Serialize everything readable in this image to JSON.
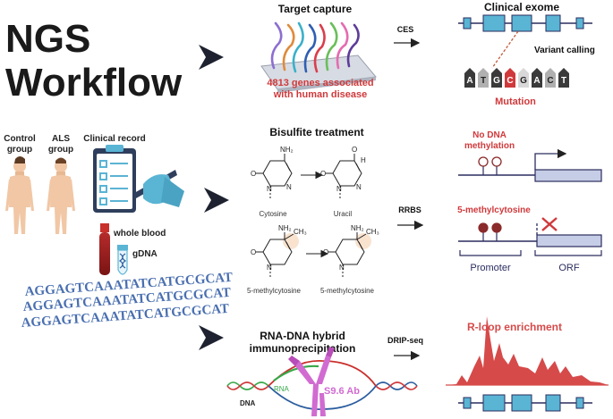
{
  "title": {
    "line1": "NGS",
    "line2": "Workflow"
  },
  "sample": {
    "control_label_1": "Control",
    "control_label_2": "group",
    "als_label_1": "ALS",
    "als_label_2": "group",
    "clinical_record": "Clinical record",
    "whole_blood": "whole blood",
    "gdna": "gDNA",
    "seq_lines": [
      "AGGAGTCAAATATCATGCGCAT",
      "AGGAGTCAAATATCATGCGCAT",
      "AGGAGTCAAATATCATGCGCAT"
    ]
  },
  "row1": {
    "title": "Target capture",
    "caption_1": "4813 genes associated",
    "caption_2": "with human disease",
    "method": "CES",
    "result_title": "Clinical exome",
    "variant_calling": "Variant calling",
    "bases": [
      "A",
      "T",
      "G",
      "C",
      "G",
      "A",
      "C",
      "T"
    ],
    "mutation_label": "Mutation"
  },
  "row2": {
    "title": "Bisulfite treatment",
    "cytosine": "Cytosine",
    "uracil": "Uracil",
    "methylcytosine_1": "5-methylcytosine",
    "methylcytosine_2": "5-methylcytosine",
    "method": "RRBS",
    "no_dna_1": "No DNA",
    "no_dna_2": "methylation",
    "five_mc": "5-methylcytosine",
    "promoter": "Promoter",
    "orf": "ORF"
  },
  "row3": {
    "title_1": "RNA-DNA hybrid",
    "title_2": "immunoprecipitation",
    "rna": "RNA",
    "dna": "DNA",
    "antibody": "S9.6 Ab",
    "method": "DRIP-seq",
    "result_title": "R-loop enrichment"
  },
  "colors": {
    "red": "#d0393b",
    "navy": "#2b2d5e",
    "blue": "#5ab4d4",
    "purple": "#d16bd1",
    "strand_green": "#38a84b",
    "peak_red": "#d64a4a"
  }
}
